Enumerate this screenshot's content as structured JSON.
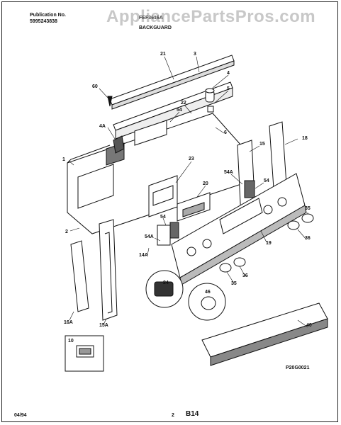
{
  "header": {
    "publication_label": "Publication No.",
    "publication_number": "5995243838",
    "model": "FEF3616A",
    "section_title": "BACKGUARD"
  },
  "watermark": "AppliancePartsPros.com",
  "callouts": {
    "p21": "21",
    "p3": "3",
    "p4": "4",
    "p5": "5",
    "p60": "60",
    "p22": "22",
    "p4a": "4A",
    "p54_top": "54",
    "p6": "6",
    "p1": "1",
    "p18": "18",
    "p15": "15",
    "p23": "23",
    "p54a_right": "54A",
    "p20": "20",
    "p54_mid": "54",
    "p35_right": "35",
    "p2": "2",
    "p54_left": "54",
    "p54a_left": "54A",
    "p36_right": "36",
    "p19": "19",
    "p14a": "14A",
    "p35_mid": "35",
    "p36_mid": "36",
    "p24": "24",
    "p46": "46",
    "p16a": "16A",
    "p15a": "15A",
    "p40": "40",
    "p10": "10"
  },
  "diagram_code": "P20G0021",
  "footer": {
    "date": "04/94",
    "page_prefix": "2",
    "page": "B14"
  }
}
